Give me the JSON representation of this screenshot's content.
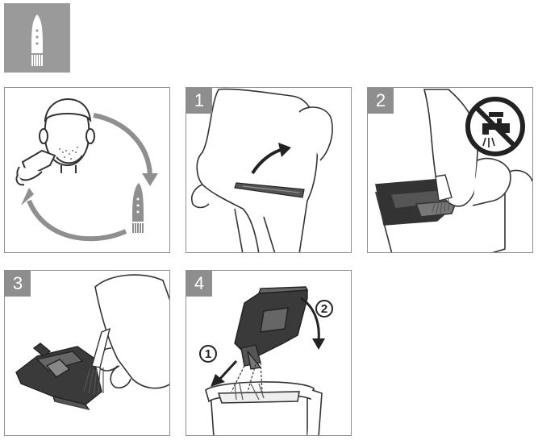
{
  "header": {
    "icon": "cleaning-brush-icon"
  },
  "panels": [
    {
      "id": "panel-cycle",
      "step": "",
      "icons": [
        "face-shave-icon",
        "brush-icon",
        "cycle-arrows-icon"
      ]
    },
    {
      "id": "panel-step-1",
      "step": "1",
      "icons": [
        "hand-icon",
        "brush-tool-icon",
        "arrow-icon"
      ]
    },
    {
      "id": "panel-step-2",
      "step": "2",
      "icons": [
        "no-water-icon",
        "brush-icon",
        "trimmer-icon"
      ]
    },
    {
      "id": "panel-step-3",
      "step": "3",
      "icons": [
        "hand-icon",
        "blade-icon",
        "brush-icon"
      ]
    },
    {
      "id": "panel-step-4",
      "step": "4",
      "icons": [
        "blade-attach-icon",
        "arrow-icon"
      ],
      "callouts": [
        "1",
        "2"
      ]
    }
  ],
  "colors": {
    "badge": "#8e8e8e",
    "header_box": "#9a9a9a",
    "line": "#333333",
    "arrow": "#8f8f8f"
  }
}
